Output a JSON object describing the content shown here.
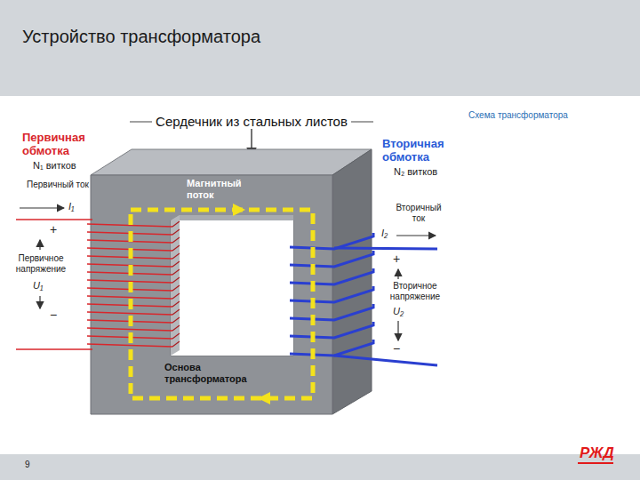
{
  "diagram": {
    "title": "Устройство трансформатора",
    "caption": "Схема трансформатора",
    "labels": [
      "Сердечник из стальных листов",
      "Первичная обмотка",
      "N₁ витков",
      "Первичный ток",
      "I₁",
      "+",
      "Первичное напряжение",
      "U₁",
      "−",
      "Магнитный поток",
      "Вторичная обмотка",
      "N₂ витков",
      "Вторичный ток",
      "I₂",
      "+",
      "Вторичное напряжение",
      "U₂",
      "−",
      "Основа трансформатора",
      "9",
      "РЖД"
    ]
  }
}
